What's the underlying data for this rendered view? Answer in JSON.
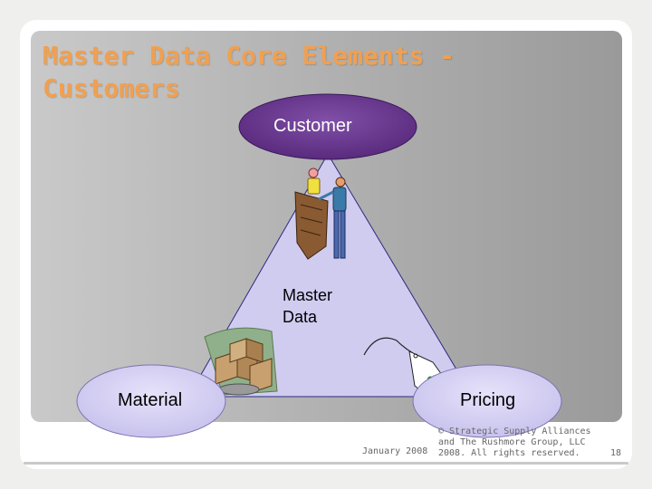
{
  "slide": {
    "title_line1": "Master Data Core Elements -",
    "title_line2": "Customers"
  },
  "diagram": {
    "top_node": "Customer",
    "center_label_line1": "Master",
    "center_label_line2": "Data",
    "left_node": "Material",
    "right_node": "Pricing"
  },
  "footer": {
    "date": "January 2008",
    "copyright_line1": "© Strategic Supply Alliances",
    "copyright_line2": "and The Rushmore Group, LLC",
    "copyright_line3": "2008. All rights reserved.",
    "page_number": "18"
  },
  "colors": {
    "title": "#f0a050",
    "node_fill": "#d4d0f0",
    "node_top_fill": "#6a3a8e",
    "triangle_fill": "#d0ccf0"
  }
}
